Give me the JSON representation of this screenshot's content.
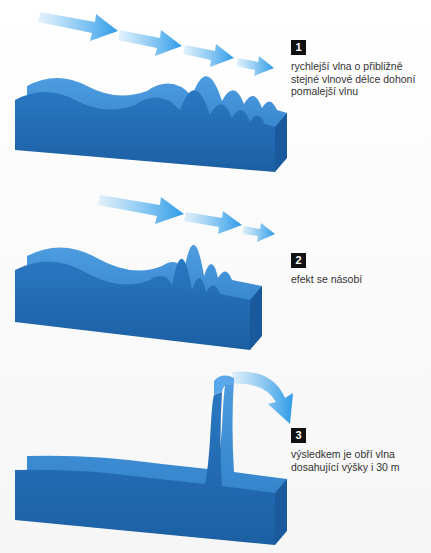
{
  "diagram": {
    "nodes": [
      {
        "text": [
          "1",
          "rychlejší vlna o přibližně stejné vlnové délce dohoní pomalejší vlnu"
        ]
      },
      {
        "text": [
          "2",
          "efekt se násobí"
        ]
      },
      {
        "text": [
          "3",
          "výsledkem je obří vlna dosahující výšky i 30 m"
        ]
      }
    ]
  }
}
